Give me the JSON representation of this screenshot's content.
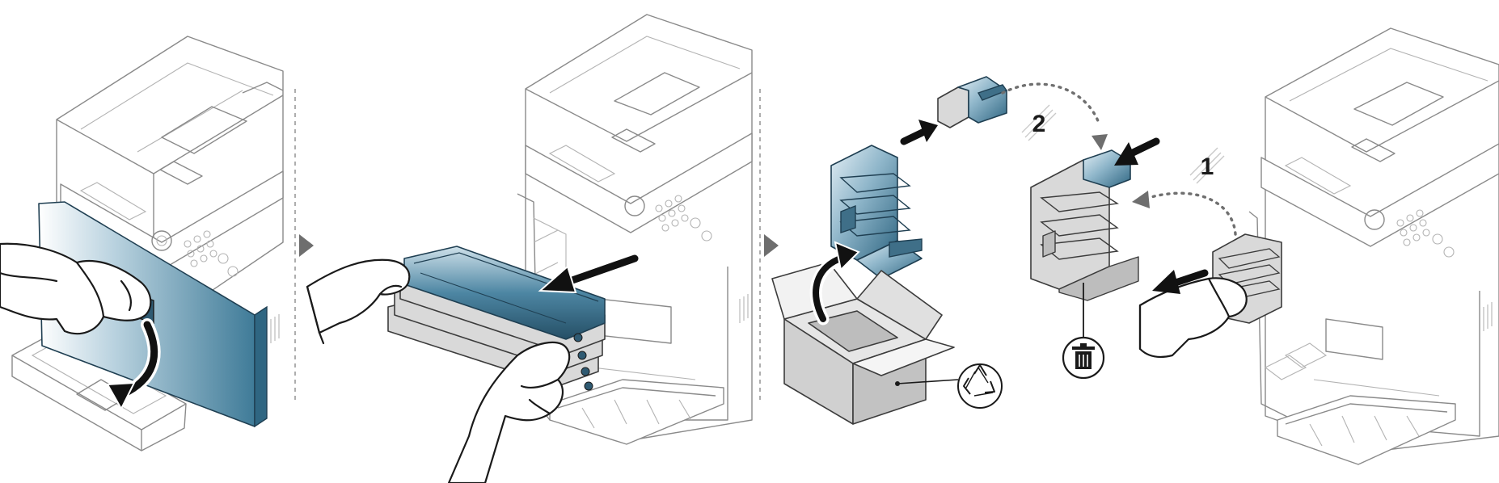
{
  "figure": {
    "steps": [
      {
        "id": "open-front-cover"
      },
      {
        "id": "remove-imaging-unit"
      },
      {
        "id": "unpack-new-waste-container"
      },
      {
        "id": "replace-waste-container"
      }
    ],
    "callouts": {
      "step_one": "1",
      "step_two": "2"
    },
    "icons": [
      "recycle-icon",
      "trash-icon",
      "step-separator-arrow-icon"
    ],
    "colors": {
      "accent_part": "#3f7b98",
      "new_part_gradient_light": "#e4eff5",
      "new_part_gradient_dark": "#2f6682",
      "old_part": "#d9d9d9",
      "separator": "#6e6e6e"
    }
  }
}
